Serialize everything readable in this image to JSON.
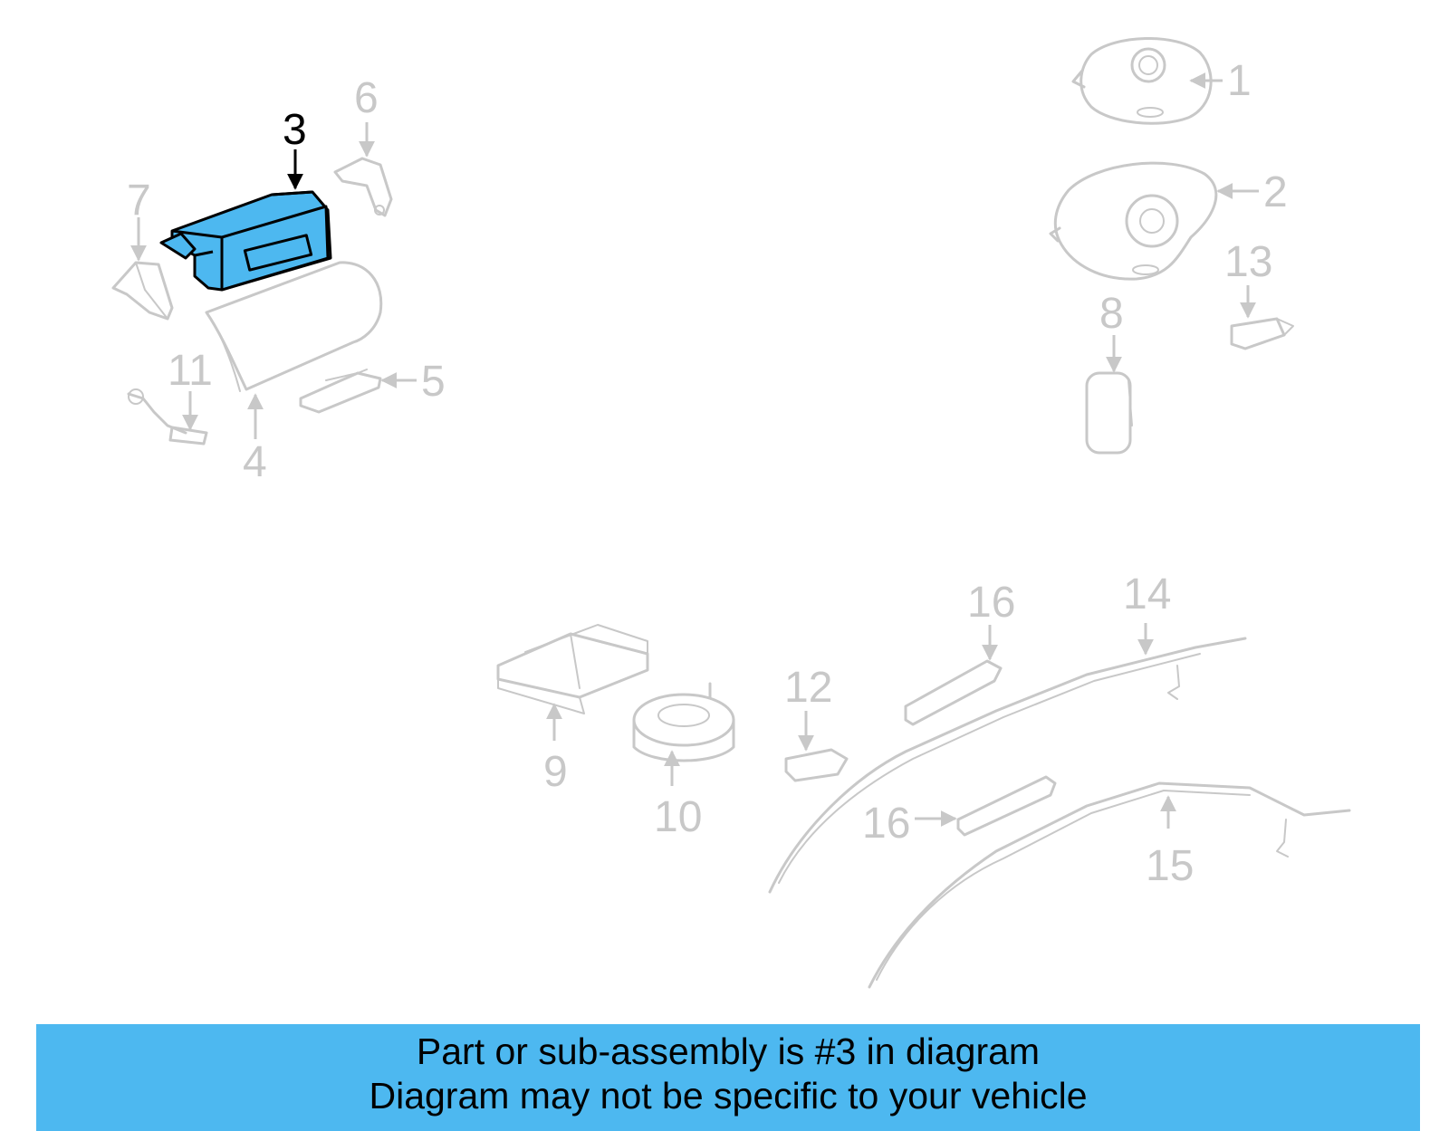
{
  "highlight_color": "#4db8f0",
  "faded_color": "#c8c8c8",
  "callouts": {
    "c1": "1",
    "c2": "2",
    "c3": "3",
    "c4": "4",
    "c5": "5",
    "c6": "6",
    "c7": "7",
    "c8": "8",
    "c9": "9",
    "c10": "10",
    "c11": "11",
    "c12": "12",
    "c13": "13",
    "c14": "14",
    "c15": "15",
    "c16a": "16",
    "c16b": "16"
  },
  "banner": {
    "line1": "Part or sub-assembly is #3 in diagram",
    "line2": "Diagram may not be specific to your vehicle"
  }
}
